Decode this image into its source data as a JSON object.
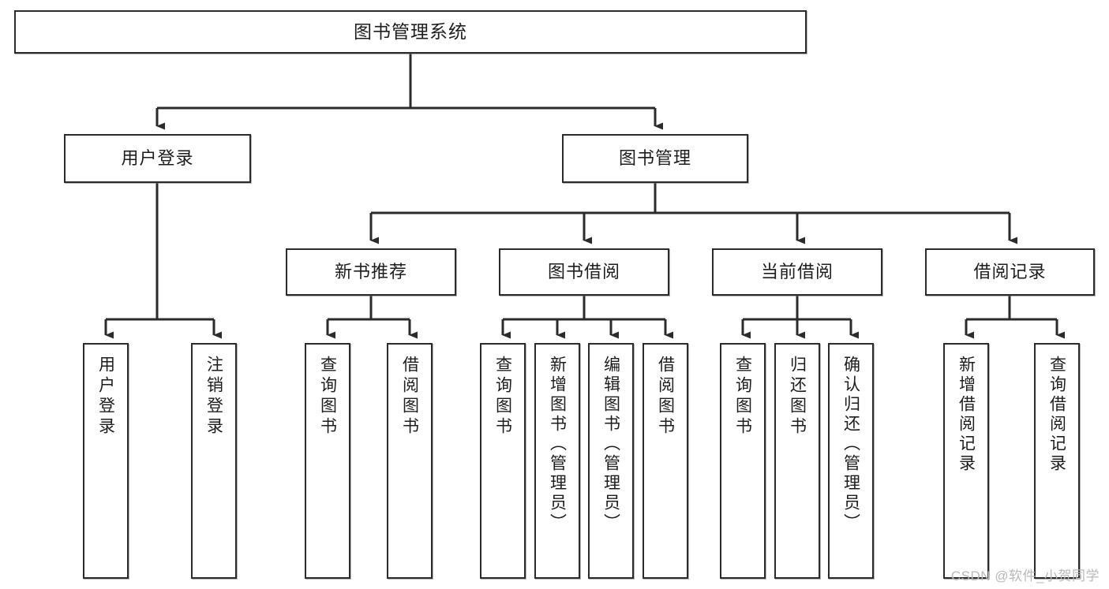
{
  "diagram": {
    "type": "hierarchy-tree",
    "title": "图书管理系统",
    "orientation": "top-down",
    "colors": {
      "box_border": "#2b2b2b",
      "box_fill": "#ffffff",
      "connector": "#2b2b2b",
      "text": "#1d1d1d",
      "watermark": "#b9b9b9"
    }
  },
  "root": {
    "label": "图书管理系统"
  },
  "level2": [
    {
      "label": "用户登录"
    },
    {
      "label": "图书管理"
    }
  ],
  "level3": [
    {
      "label": "新书推荐"
    },
    {
      "label": "图书借阅"
    },
    {
      "label": "当前借阅"
    },
    {
      "label": "借阅记录"
    }
  ],
  "leaves": {
    "user_login": [
      {
        "label": "用户登录"
      },
      {
        "label": "注销登录"
      }
    ],
    "new_book_recommend": [
      {
        "label": "查询图书"
      },
      {
        "label": "借阅图书"
      }
    ],
    "book_borrow": [
      {
        "label": "查询图书"
      },
      {
        "label": "新增图书（管理员）"
      },
      {
        "label": "编辑图书（管理员）"
      },
      {
        "label": "借阅图书"
      }
    ],
    "current_borrow": [
      {
        "label": "查询图书"
      },
      {
        "label": "归还图书"
      },
      {
        "label": "确认归还（管理员）"
      }
    ],
    "borrow_record": [
      {
        "label": "新增借阅记录"
      },
      {
        "label": "查询借阅记录"
      }
    ]
  },
  "watermark": {
    "text": "CSDN @软件_小贺同学"
  }
}
